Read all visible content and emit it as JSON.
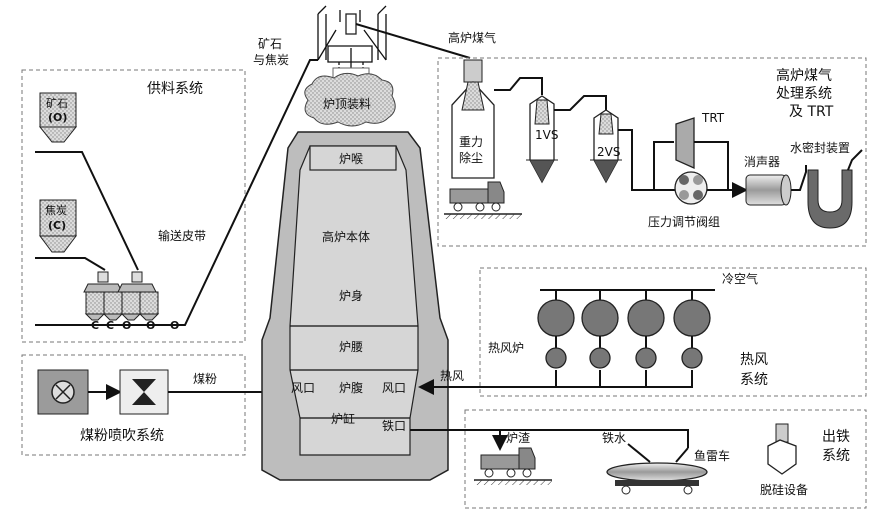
{
  "labels": {
    "supply_system": "供料系统",
    "ore": "矿石",
    "ore_symbol": "(O)",
    "coke": "焦炭",
    "coke_symbol": "(C)",
    "conveyor": "输送皮带",
    "bin_c1": "C",
    "bin_c2": "C",
    "bin_o1": "O",
    "bin_o2": "O",
    "bin_o3": "O",
    "ore_and_coke_line1": "矿石",
    "ore_and_coke_line2": "与焦炭",
    "top_charging": "炉顶装料",
    "bf_gas": "高炉煤气",
    "throat": "炉喉",
    "bf_body": "高炉本体",
    "shaft": "炉身",
    "belly": "炉腰",
    "bosh": "炉腹",
    "tuyere_left": "风口",
    "tuyere_right": "风口",
    "hearth": "炉缸",
    "taphole": "铁口",
    "coal_powder": "煤粉",
    "pci_system": "煤粉喷吹系统",
    "gas_treat_line1": "高炉煤气",
    "gas_treat_line2": "处理系统",
    "gas_treat_line3": "及 TRT",
    "gravity_line1": "重力",
    "gravity_line2": "除尘",
    "vs1": "1VS",
    "vs2": "2VS",
    "trt": "TRT",
    "silencer": "消声器",
    "water_seal": "水密封装置",
    "pressure_valve": "压力调节阀组",
    "cold_air": "冷空气",
    "hot_stove": "热风炉",
    "hot_blast_system_line1": "热风",
    "hot_blast_system_line2": "系统",
    "hot_blast": "热风",
    "slag": "炉渣",
    "hot_metal": "铁水",
    "torpedo_car": "鱼雷车",
    "tapping_system_line1": "出铁",
    "tapping_system_line2": "系统",
    "desilicon": "脱硅设备"
  }
}
